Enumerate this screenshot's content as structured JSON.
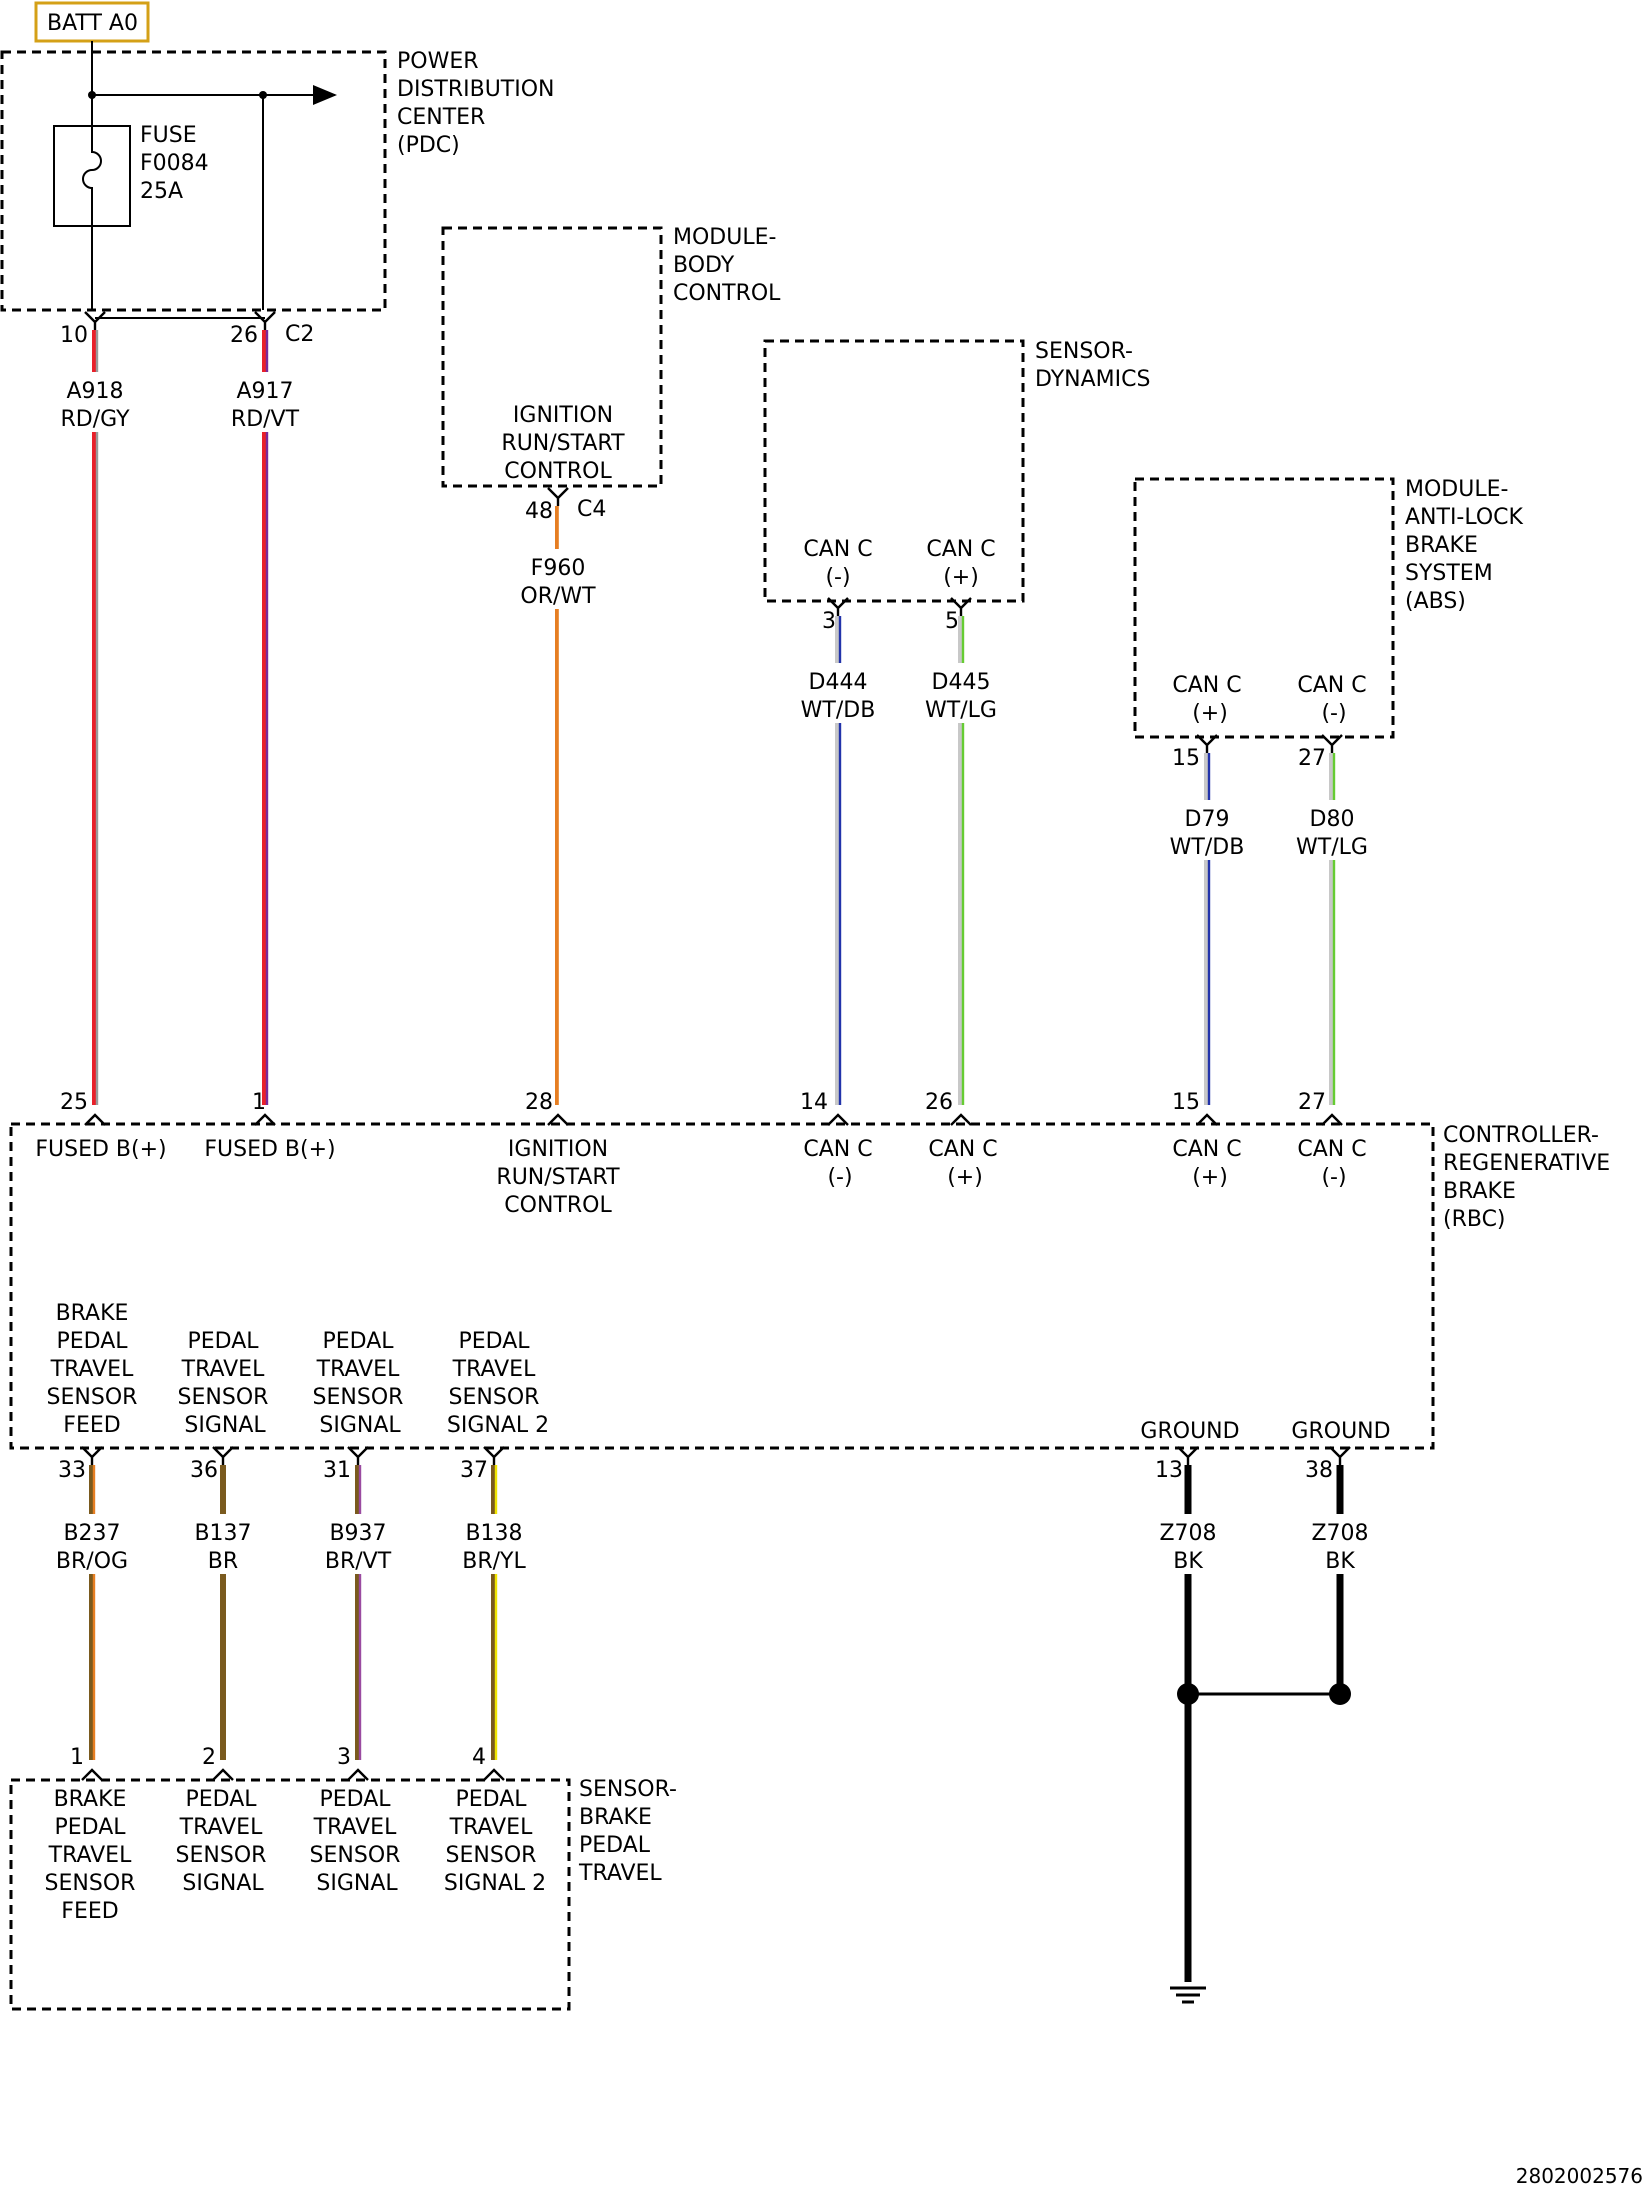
{
  "battery": {
    "label": "BATT A0",
    "border_color": "#d4a017"
  },
  "pdc": {
    "name": [
      "POWER",
      "DISTRIBUTION",
      "CENTER",
      "(PDC)"
    ],
    "fuse": [
      "FUSE",
      "F0084",
      "25A"
    ],
    "connector": "C2"
  },
  "bcm": {
    "name": [
      "MODULE-",
      "BODY",
      "CONTROL"
    ],
    "pin_label": [
      "IGNITION",
      "RUN/START",
      "CONTROL"
    ],
    "connector": "C4"
  },
  "sensor_dynamics": {
    "name": [
      "SENSOR-",
      "DYNAMICS"
    ],
    "pin_labels": [
      [
        "CAN C",
        "(-)"
      ],
      [
        "CAN C",
        "(+)"
      ]
    ]
  },
  "abs": {
    "name": [
      "MODULE-",
      "ANTI-LOCK",
      "BRAKE",
      "SYSTEM",
      "(ABS)"
    ],
    "pin_labels": [
      [
        "CAN C",
        "(+)"
      ],
      [
        "CAN C",
        "(-)"
      ]
    ]
  },
  "rbc": {
    "name": [
      "CONTROLLER-",
      "REGENERATIVE",
      "BRAKE",
      "(RBC)"
    ],
    "top_labels": [
      [
        "FUSED B(+)"
      ],
      [
        "FUSED B(+)"
      ],
      [
        "IGNITION",
        "RUN/START",
        "CONTROL"
      ],
      [
        "CAN C",
        "(-)"
      ],
      [
        "CAN C",
        "(+)"
      ],
      [
        "CAN C",
        "(+)"
      ],
      [
        "CAN C",
        "(-)"
      ]
    ],
    "bottom_labels": [
      [
        "BRAKE",
        "PEDAL",
        "TRAVEL",
        "SENSOR",
        "FEED"
      ],
      [
        "PEDAL",
        "TRAVEL",
        "SENSOR",
        "SIGNAL"
      ],
      [
        "PEDAL",
        "TRAVEL",
        "SENSOR",
        "SIGNAL"
      ],
      [
        "PEDAL",
        "TRAVEL",
        "SENSOR",
        "SIGNAL 2"
      ],
      [
        "GROUND"
      ],
      [
        "GROUND"
      ]
    ]
  },
  "bpt_sensor": {
    "name": [
      "SENSOR-",
      "BRAKE",
      "PEDAL",
      "TRAVEL"
    ],
    "labels": [
      [
        "BRAKE",
        "PEDAL",
        "TRAVEL",
        "SENSOR",
        "FEED"
      ],
      [
        "PEDAL",
        "TRAVEL",
        "SENSOR",
        "SIGNAL"
      ],
      [
        "PEDAL",
        "TRAVEL",
        "SENSOR",
        "SIGNAL"
      ],
      [
        "PEDAL",
        "TRAVEL",
        "SENSOR",
        "SIGNAL 2"
      ]
    ]
  },
  "wires": [
    {
      "circuit": "A918",
      "color_code": "RD/GY",
      "from_pin": "10",
      "to_pin": "25",
      "base": "#e8202a",
      "stripe": "#9a9a9a"
    },
    {
      "circuit": "A917",
      "color_code": "RD/VT",
      "from_pin": "26",
      "to_pin": "1",
      "base": "#e8202a",
      "stripe": "#7a2a9a"
    },
    {
      "circuit": "F960",
      "color_code": "OR/WT",
      "from_pin": "48",
      "to_pin": "28",
      "base": "#e67e22",
      "stripe": "#ffffff"
    },
    {
      "circuit": "D444",
      "color_code": "WT/DB",
      "from_pin": "3",
      "to_pin": "14",
      "base": "#c8c8c8",
      "stripe": "#2233aa"
    },
    {
      "circuit": "D445",
      "color_code": "WT/LG",
      "from_pin": "5",
      "to_pin": "26",
      "base": "#c8c8c8",
      "stripe": "#66cc33"
    },
    {
      "circuit": "D79",
      "color_code": "WT/DB",
      "from_pin": "15",
      "to_pin": "15",
      "base": "#c8c8c8",
      "stripe": "#2233aa"
    },
    {
      "circuit": "D80",
      "color_code": "WT/LG",
      "from_pin": "27",
      "to_pin": "27",
      "base": "#c8c8c8",
      "stripe": "#66cc33"
    },
    {
      "circuit": "B237",
      "color_code": "BR/OG",
      "from_pin": "33",
      "to_pin": "1",
      "base": "#7a5a1e",
      "stripe": "#e67e22"
    },
    {
      "circuit": "B137",
      "color_code": "BR",
      "from_pin": "36",
      "to_pin": "2",
      "base": "#7a5a1e",
      "stripe": ""
    },
    {
      "circuit": "B937",
      "color_code": "BR/VT",
      "from_pin": "31",
      "to_pin": "3",
      "base": "#7a5a1e",
      "stripe": "#9a4aa0"
    },
    {
      "circuit": "B138",
      "color_code": "BR/YL",
      "from_pin": "37",
      "to_pin": "4",
      "base": "#7a5a1e",
      "stripe": "#f0e400"
    },
    {
      "circuit": "Z708",
      "color_code": "BK",
      "from_pin": "13",
      "to_pin": "",
      "base": "#111111",
      "stripe": ""
    },
    {
      "circuit": "Z708",
      "color_code": "BK",
      "from_pin": "38",
      "to_pin": "",
      "base": "#111111",
      "stripe": ""
    }
  ],
  "figure_id": "2802002576"
}
